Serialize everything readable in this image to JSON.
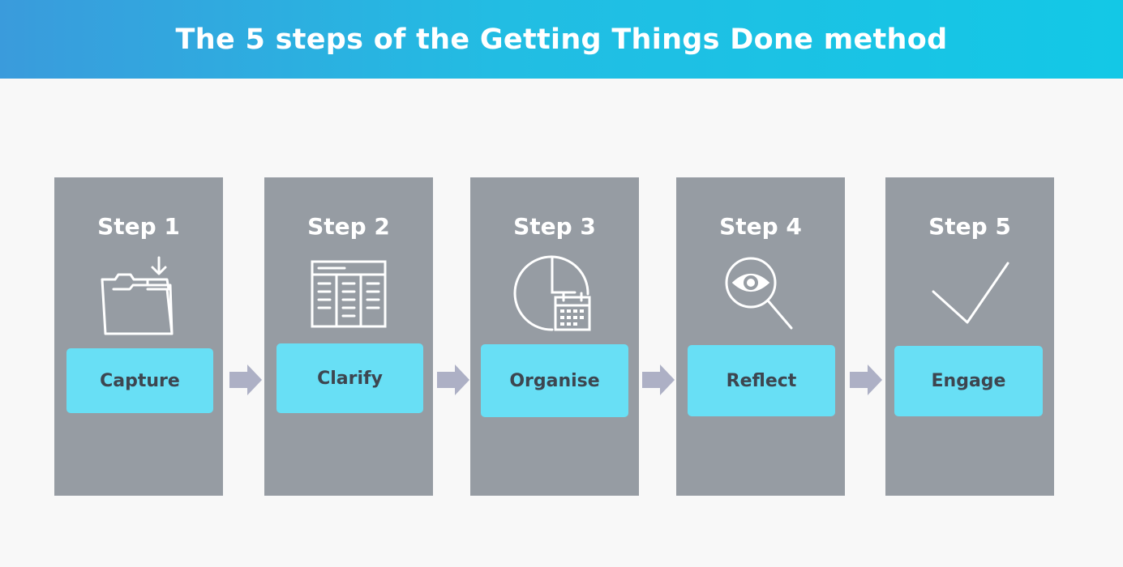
{
  "title": "The 5 steps of the Getting Things Done method",
  "steps": [
    {
      "heading": "Step 1",
      "label": "Capture",
      "icon": "folder-download-icon"
    },
    {
      "heading": "Step 2",
      "label": "Clarify",
      "icon": "table-list-icon"
    },
    {
      "heading": "Step 3",
      "label": "Organise",
      "icon": "clock-calendar-icon"
    },
    {
      "heading": "Step 4",
      "label": "Reflect",
      "icon": "eye-magnifier-icon"
    },
    {
      "heading": "Step 5",
      "label": "Engage",
      "icon": "checkmark-icon"
    }
  ],
  "colors": {
    "header_start": "#3a9bdc",
    "header_end": "#13c8e6",
    "card": "#969ca3",
    "label_box": "#68dff5",
    "label_text": "#3d4650",
    "arrow": "#adb0c5"
  }
}
